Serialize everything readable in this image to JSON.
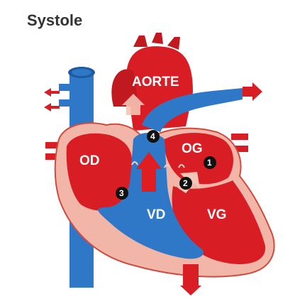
{
  "title": "Systole",
  "labels": {
    "aorta": "AORTE",
    "right_atrium": "OD",
    "left_atrium": "OG",
    "right_ventricle": "VD",
    "left_ventricle": "VG"
  },
  "markers": [
    "1",
    "2",
    "3",
    "4"
  ],
  "colors": {
    "oxygenated": "#d81e24",
    "deoxygenated": "#2f78c8",
    "tissue": "#f2b6a8",
    "title": "#333333"
  }
}
